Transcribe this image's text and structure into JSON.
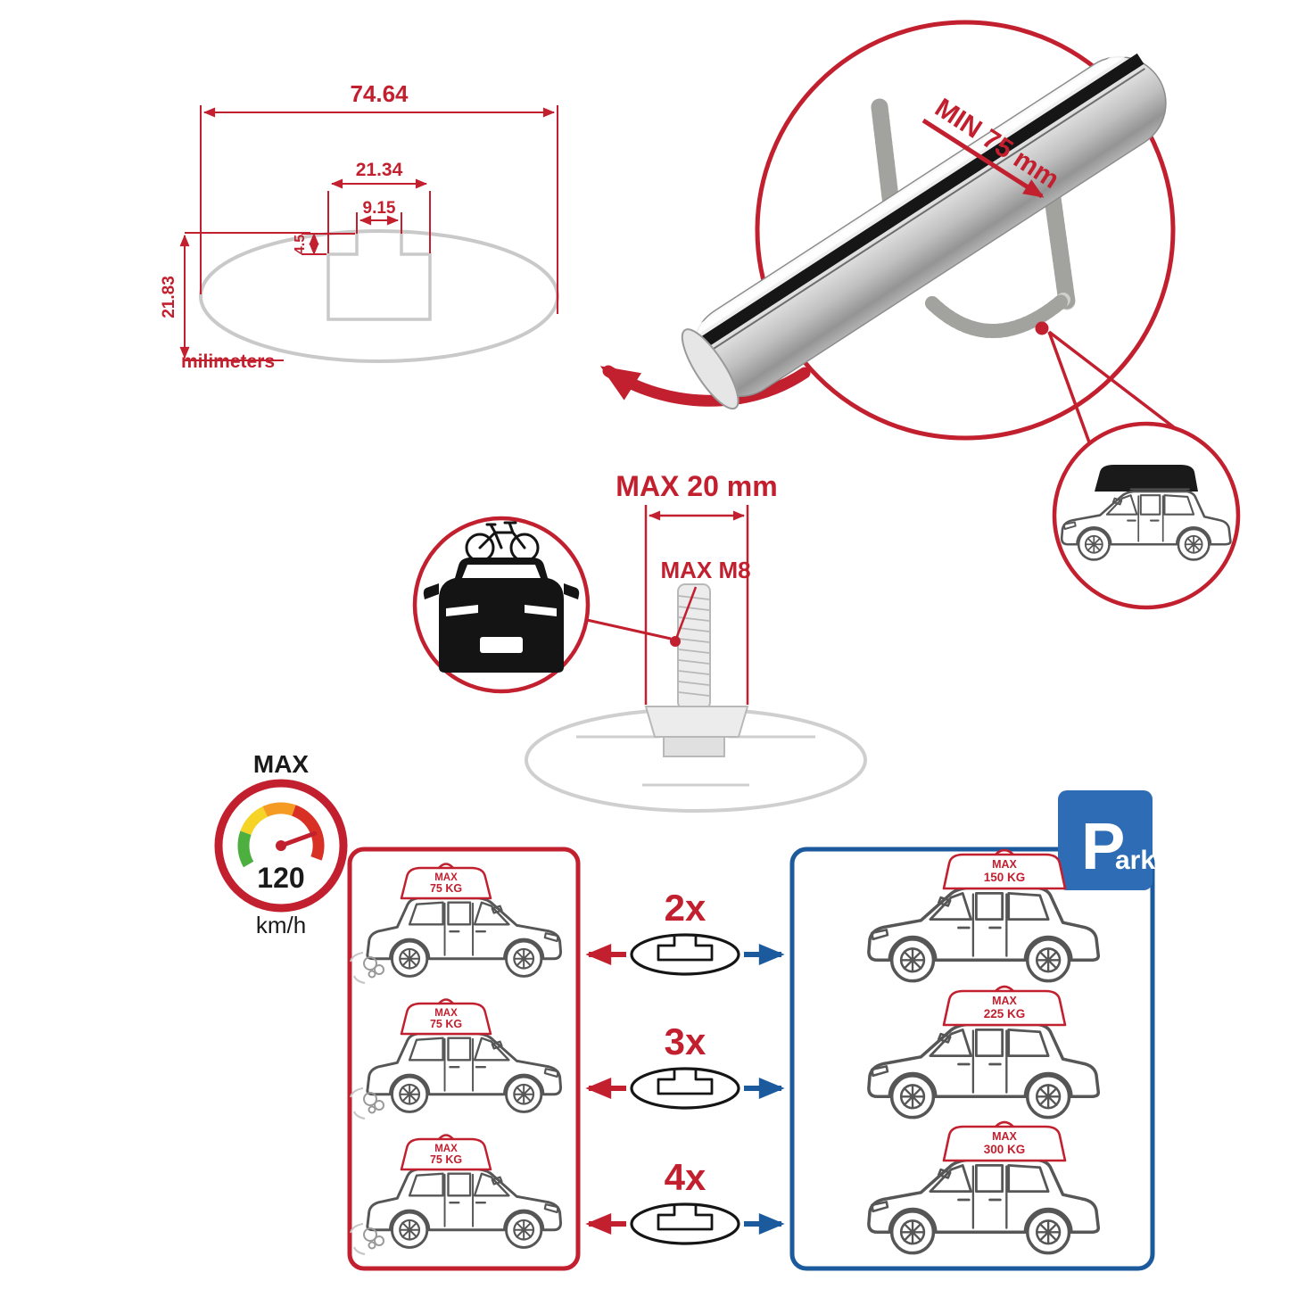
{
  "colors": {
    "accent_red": "#c2202f",
    "panel_blue": "#1c5a9e",
    "sign_blue": "#2e6db5",
    "outline_gray": "#c9c9c9"
  },
  "cross_section": {
    "dim_total_width": "74.64",
    "dim_channel_width": "21.34",
    "dim_slot_width": "9.15",
    "dim_lip_depth": "4.5",
    "dim_total_height": "21.83",
    "units_label": "milimeters"
  },
  "clamp": {
    "min_label": "MIN 75 mm"
  },
  "bolt": {
    "max_len": "MAX 20 mm",
    "max_thread": "MAX M8"
  },
  "speed": {
    "title": "MAX",
    "value": "120",
    "unit": "km/h"
  },
  "parking": {
    "letter": "P",
    "rest": "ark"
  },
  "capacity": {
    "rows": [
      {
        "multiplier": "2x",
        "left": {
          "line1": "MAX",
          "line2": "75 KG"
        },
        "right": {
          "line1": "MAX",
          "line2": "150 KG"
        }
      },
      {
        "multiplier": "3x",
        "left": {
          "line1": "MAX",
          "line2": "75 KG"
        },
        "right": {
          "line1": "MAX",
          "line2": "225 KG"
        }
      },
      {
        "multiplier": "4x",
        "left": {
          "line1": "MAX",
          "line2": "75 KG"
        },
        "right": {
          "line1": "MAX",
          "line2": "300 KG"
        }
      }
    ]
  }
}
